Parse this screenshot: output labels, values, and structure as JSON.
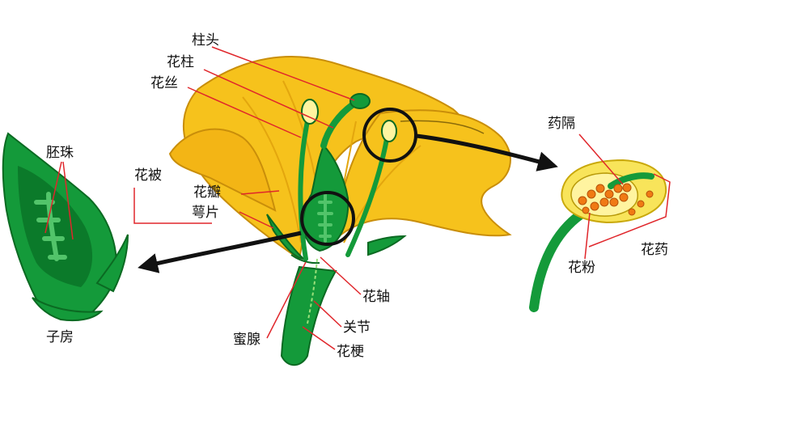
{
  "labels": {
    "stigma": "柱头",
    "style": "花柱",
    "filament": "花丝",
    "perianth": "花被",
    "petal": "花瓣",
    "sepal": "萼片",
    "receptacle_axis": "花轴",
    "node": "关节",
    "nectary": "蜜腺",
    "pedicel": "花梗",
    "ovule": "胚珠",
    "ovary": "子房",
    "connective": "药隔",
    "pollen": "花粉",
    "anther": "花药"
  },
  "colors": {
    "petal_yellow": "#F6C21C",
    "petal_shade": "#E3A60E",
    "green": "#149A3A",
    "dark_green": "#0B7A2A",
    "light_green": "#52C46A",
    "pale_yellow": "#FFF4A0",
    "pollen_orange": "#F07A14",
    "leader_red": "#E0262B",
    "arrow_black": "#111111"
  }
}
